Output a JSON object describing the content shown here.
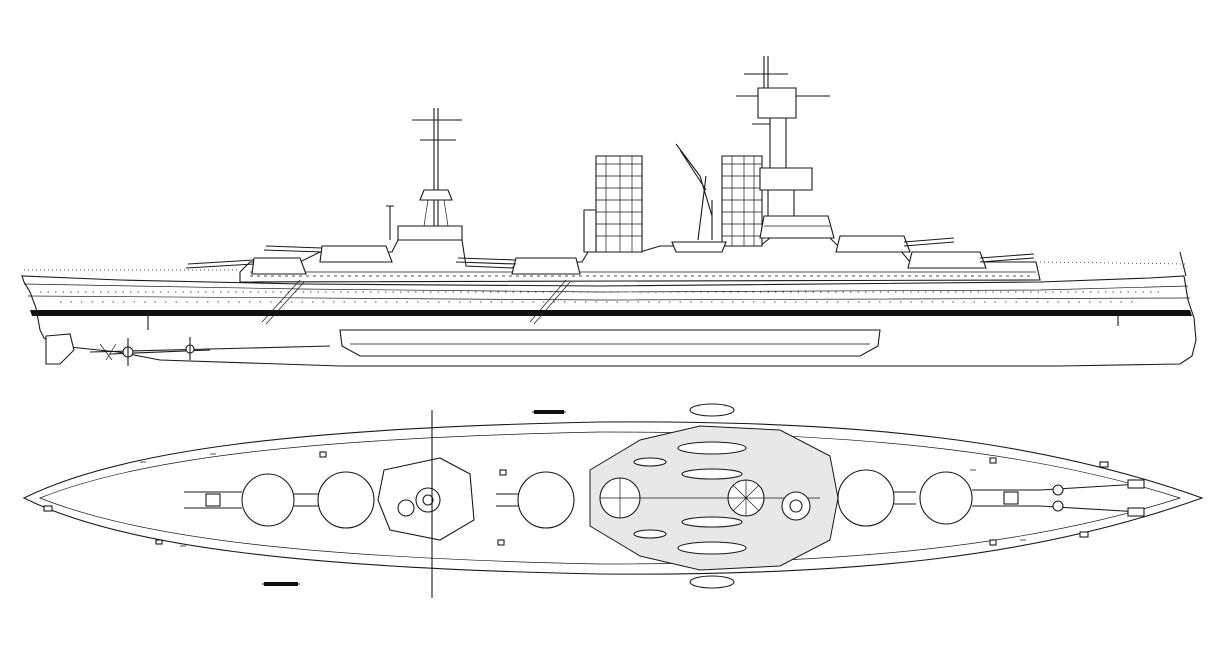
{
  "figure": {
    "subject": "",
    "views": [
      "side-elevation",
      "plan"
    ]
  },
  "colors": {
    "line": "#1a1a1a",
    "background": "#ffffff",
    "boot_topping": "#111111",
    "shading": "#e8e8e8"
  },
  "features": {
    "main_turrets": 5,
    "funnels": 2,
    "masts": 2
  }
}
